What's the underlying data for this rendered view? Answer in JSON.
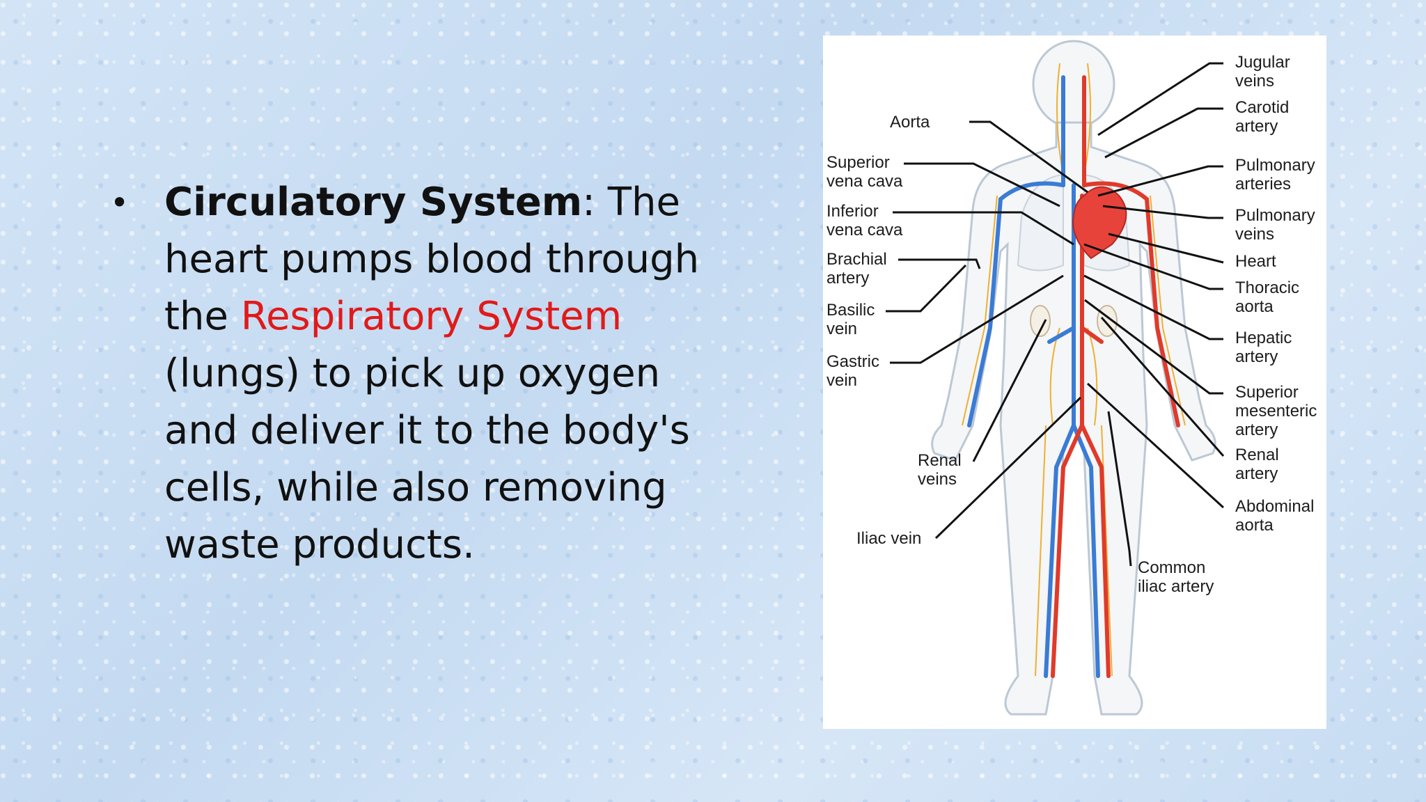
{
  "slide": {
    "term": "Circulatory System",
    "colon": ":",
    "text_before": " The heart pumps blood through the ",
    "highlight": "Respiratory System",
    "text_after": " (lungs) to pick up oxygen and deliver it to the body's cells, while also removing waste products.",
    "highlight_color": "#e01a1a"
  },
  "diagram": {
    "labels_left": [
      {
        "l1": "Aorta",
        "l2": ""
      },
      {
        "l1": "Superior",
        "l2": "vena cava"
      },
      {
        "l1": "Inferior",
        "l2": "vena cava"
      },
      {
        "l1": "Brachial",
        "l2": "artery"
      },
      {
        "l1": "Basilic",
        "l2": "vein"
      },
      {
        "l1": "Gastric",
        "l2": "vein"
      },
      {
        "l1": "Renal",
        "l2": "veins"
      },
      {
        "l1": "Iliac vein",
        "l2": ""
      }
    ],
    "labels_right": [
      {
        "l1": "Jugular",
        "l2": "veins",
        "l3": ""
      },
      {
        "l1": "Carotid",
        "l2": "artery",
        "l3": ""
      },
      {
        "l1": "Pulmonary",
        "l2": "arteries",
        "l3": ""
      },
      {
        "l1": "Pulmonary",
        "l2": "veins",
        "l3": ""
      },
      {
        "l1": "Heart",
        "l2": "",
        "l3": ""
      },
      {
        "l1": "Thoracic",
        "l2": "aorta",
        "l3": ""
      },
      {
        "l1": "Hepatic",
        "l2": "artery",
        "l3": ""
      },
      {
        "l1": "Superior",
        "l2": "mesenteric",
        "l3": "artery"
      },
      {
        "l1": "Renal",
        "l2": "artery",
        "l3": ""
      },
      {
        "l1": "Abdominal",
        "l2": "aorta",
        "l3": ""
      }
    ],
    "label_bottom": {
      "l1": "Common",
      "l2": "iliac artery"
    },
    "colors": {
      "artery": "#e03a2a",
      "vein": "#3a7bd5",
      "nerve": "#f0b030",
      "outline": "#bcc8d4"
    }
  }
}
